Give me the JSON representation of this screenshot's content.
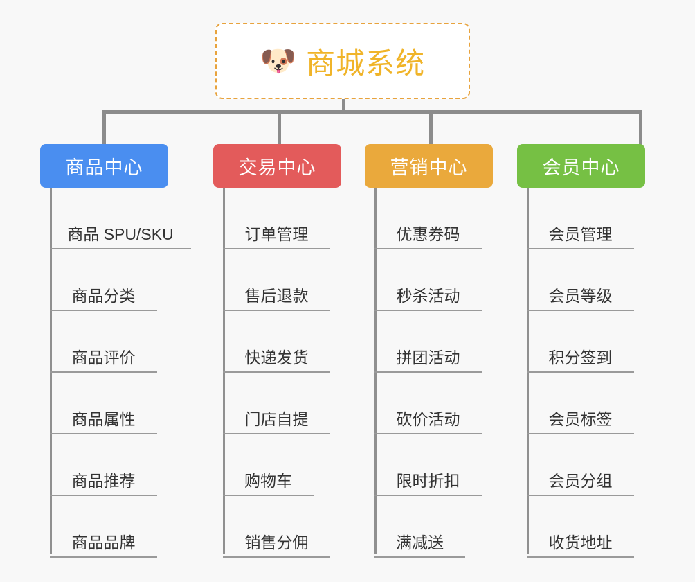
{
  "page": {
    "background_color": "#f8f8f8",
    "type": "org-chart"
  },
  "root": {
    "icon": "shiba-dog-face-emoji",
    "icon_glyph": "🐶",
    "title": "商城系统",
    "border_color": "#e8a33d",
    "text_color": "#f0b429",
    "background_color": "#ffffff"
  },
  "connector_color": "#8c8c8c",
  "columns": [
    {
      "id": "product-center",
      "label": "商品中心",
      "color": "#4a8ef0",
      "items": [
        "商品 SPU/SKU",
        "商品分类",
        "商品评价",
        "商品属性",
        "商品推荐",
        "商品品牌"
      ]
    },
    {
      "id": "trade-center",
      "label": "交易中心",
      "color": "#e35b5b",
      "items": [
        "订单管理",
        "售后退款",
        "快递发货",
        "门店自提",
        "购物车",
        "销售分佣"
      ]
    },
    {
      "id": "marketing-center",
      "label": "营销中心",
      "color": "#eaa93c",
      "items": [
        "优惠券码",
        "秒杀活动",
        "拼团活动",
        "砍价活动",
        "限时折扣",
        "满减送"
      ]
    },
    {
      "id": "member-center",
      "label": "会员中心",
      "color": "#76c044",
      "items": [
        "会员管理",
        "会员等级",
        "积分签到",
        "会员标签",
        "会员分组",
        "收货地址"
      ]
    }
  ]
}
